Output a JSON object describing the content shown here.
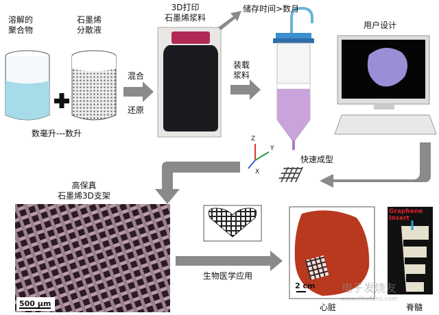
{
  "labels": {
    "polymer_line1": "溶解的",
    "polymer_line2": "聚合物",
    "graphene_dispersion_line1": "石墨烯",
    "graphene_dispersion_line2": "分散液",
    "volume": "数毫升---数升",
    "mix": "混合",
    "reduce": "还原",
    "ink_line1": "3D打印",
    "ink_line2": "石墨烯浆料",
    "storage": "储存时间>数月",
    "load_line1": "装载",
    "load_line2": "浆料",
    "user_design": "用户设计",
    "rapid_prototyping": "快速成型",
    "axis_z": "Z",
    "axis_y": "Y",
    "axis_x": "X",
    "scaffold_line1": "高保真",
    "scaffold_line2": "石墨烯3D支架",
    "scale_sem": "500 μm",
    "biomedical": "生物医学应用",
    "scale_heart": "2 cm",
    "graphene_insert_line1": "Graphene",
    "graphene_insert_line2": "Insert",
    "heart": "心脏",
    "spine": "脊髓"
  },
  "watermark": {
    "line1": "电子发烧友",
    "line2": "www.elecfans.com"
  },
  "colors": {
    "arrow": "#8a8a8a",
    "liquid": "#a6dbe8",
    "ink": "#1a1a1f",
    "slurry": "#c9a3dc",
    "heart_model": "#9a8fd6",
    "scaffold": "#8a6f80",
    "insert_text": "#e0202a"
  }
}
